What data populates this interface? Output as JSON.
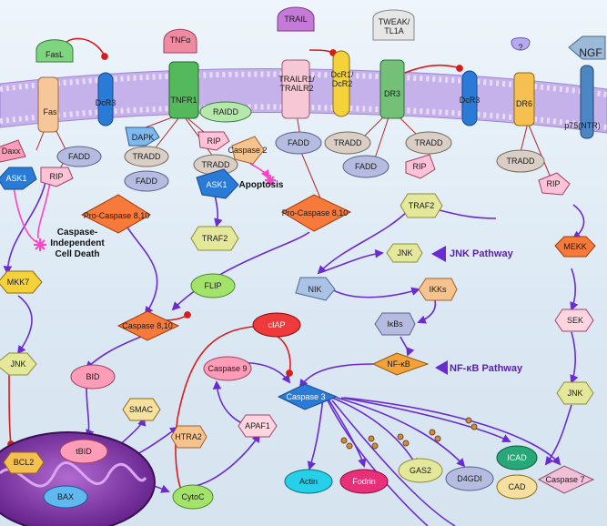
{
  "nodes": {
    "fasl": "FasL",
    "fas": "Fas",
    "dcr3_left": "DcR3",
    "tnfa": "TNFα",
    "tnfr1": "TNFR1",
    "trail": "TRAIL",
    "trailr": "TRAILR1/\nTRAILR2",
    "dcr12": "DcR1/\nDcR2",
    "tweak": "TWEAK/\nTL1A",
    "dr3": "DR3",
    "dcr3_right": "DcR3",
    "question": "?",
    "dr6": "DR6",
    "ngf": "NGF",
    "p75": "p75(NTR)",
    "daxx": "Daxx",
    "ask1_left": "ASK1",
    "fadd_fas": "FADD",
    "rip_fas": "RIP",
    "dapk": "DAPK",
    "raidd": "RAIDD",
    "rip_tnf": "RIP",
    "caspase2": "Caspase 2",
    "tradd_tnf1": "TRADD",
    "tradd_tnf2": "TRADD",
    "fadd_tnf": "FADD",
    "procasp_left": "Pro-Caspase 8,10",
    "ask1_mid": "ASK1",
    "traf2_mid": "TRAF2",
    "fadd_trail": "FADD",
    "procasp_right": "Pro-Caspase 8,10",
    "tradd_dr3a": "TRADD",
    "tradd_dr3b": "TRADD",
    "fadd_dr3": "FADD",
    "rip_dr3": "RIP",
    "traf2_dr3": "TRAF2",
    "tradd_dr6": "TRADD",
    "rip_dr6": "RIP",
    "mkk7": "MKK7",
    "jnk_left": "JNK",
    "nik": "NIK",
    "jnk_mid": "JNK",
    "ikks": "IKKs",
    "ixbs": "IκBs",
    "nfkb": "NF-κB",
    "mekk": "MEKK",
    "sek": "SEK",
    "jnk_right": "JNK",
    "flip": "FLIP",
    "caspase810": "Caspase 8,10",
    "ciap": "cIAP",
    "bid": "BID",
    "caspase9": "Caspase 9",
    "caspase3": "Caspase 3",
    "smac": "SMAC",
    "htra2": "HTRA2",
    "apaf1": "APAF1",
    "tbid": "tBID",
    "bcl2": "BCL2",
    "bax": "BAX",
    "cytoc": "CytoC",
    "actin": "Actin",
    "fodrin": "Fodrin",
    "gas2": "GAS2",
    "d4gdi": "D4GDI",
    "icad": "ICAD",
    "cad": "CAD",
    "caspase7": "Caspase 7"
  },
  "labels": {
    "apoptosis": "Apoptosis",
    "caspase_independent": "Caspase-\nIndependent\nCell Death",
    "jnk_pathway": "JNK Pathway",
    "nfkb_pathway": "NF-κB Pathway"
  },
  "colors": {
    "membrane": "#b89be3",
    "arrow": "#6a2bd0",
    "inhibit": "#d81c1c",
    "pink_link": "#ff40c8"
  }
}
